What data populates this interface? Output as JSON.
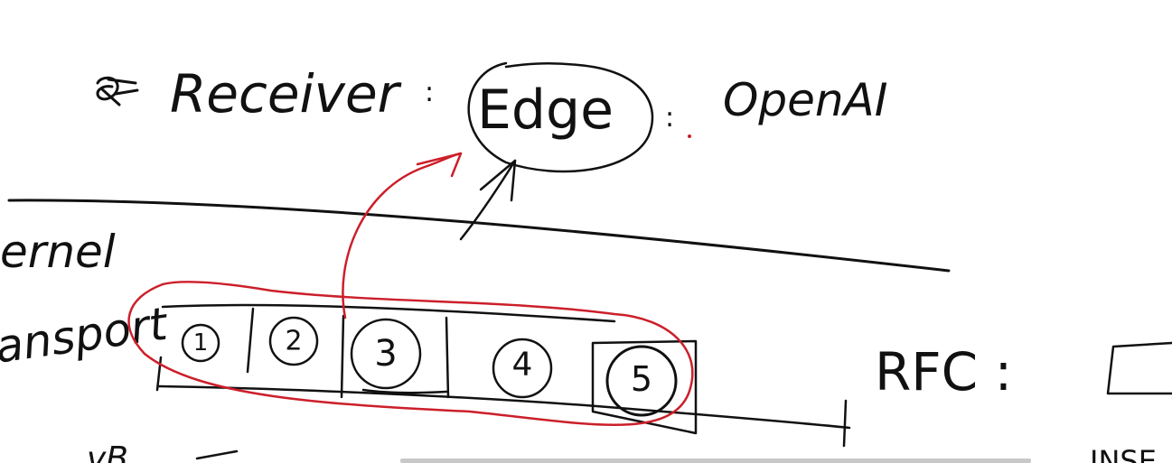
{
  "header": {
    "receiver_label": "Receiver",
    "edge_label": "Edge",
    "provider_label": "OpenAI"
  },
  "layers": {
    "upper_label": "ernel",
    "lower_label": "ansport"
  },
  "segments": [
    "1",
    "2",
    "3",
    "4",
    "5"
  ],
  "rfc_label": "RFC :",
  "bottom_fragments": {
    "left": "vB",
    "right": "INSE"
  },
  "colors": {
    "ink": "#111111",
    "highlight": "#cc1f2a"
  }
}
